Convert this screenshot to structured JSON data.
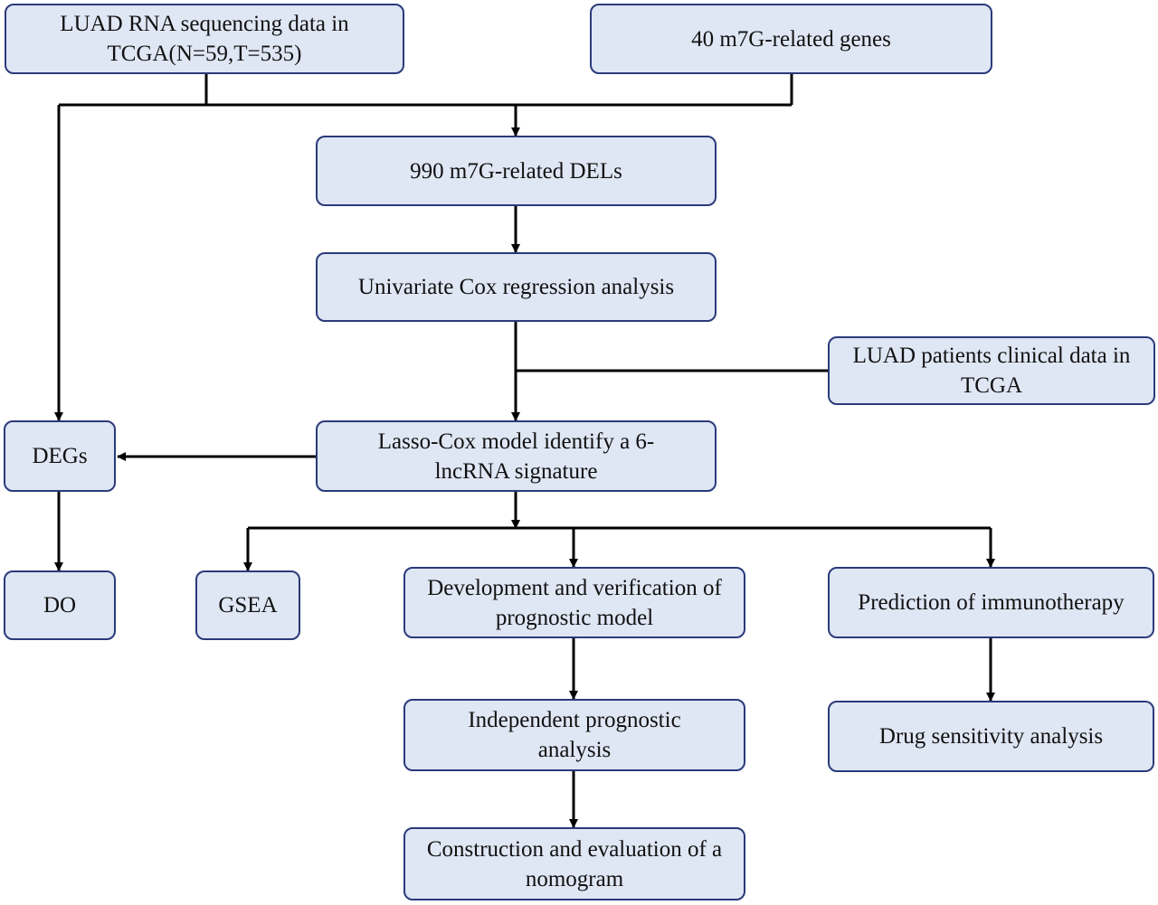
{
  "nodes": {
    "luad_rna": "LUAD RNA sequencing data in TCGA(N=59,T=535)",
    "m7g_genes": "40 m7G-related genes",
    "dels": "990 m7G-related DELs",
    "univariate": "Univariate Cox regression analysis",
    "clinical": "LUAD patients clinical data in TCGA",
    "lasso": "Lasso-Cox model identify a 6-lncRNA signature",
    "degs": "DEGs",
    "do": "DO",
    "gsea": "GSEA",
    "development": "Development and verification of prognostic model",
    "immunotherapy": "Prediction of immunotherapy",
    "independent": "Independent prognostic analysis",
    "drug": "Drug sensitivity analysis",
    "nomogram": "Construction and evaluation of a nomogram"
  },
  "colors": {
    "box_fill": "#dfe6f4",
    "box_border": "#2b3a7a",
    "connector": "#000000"
  }
}
